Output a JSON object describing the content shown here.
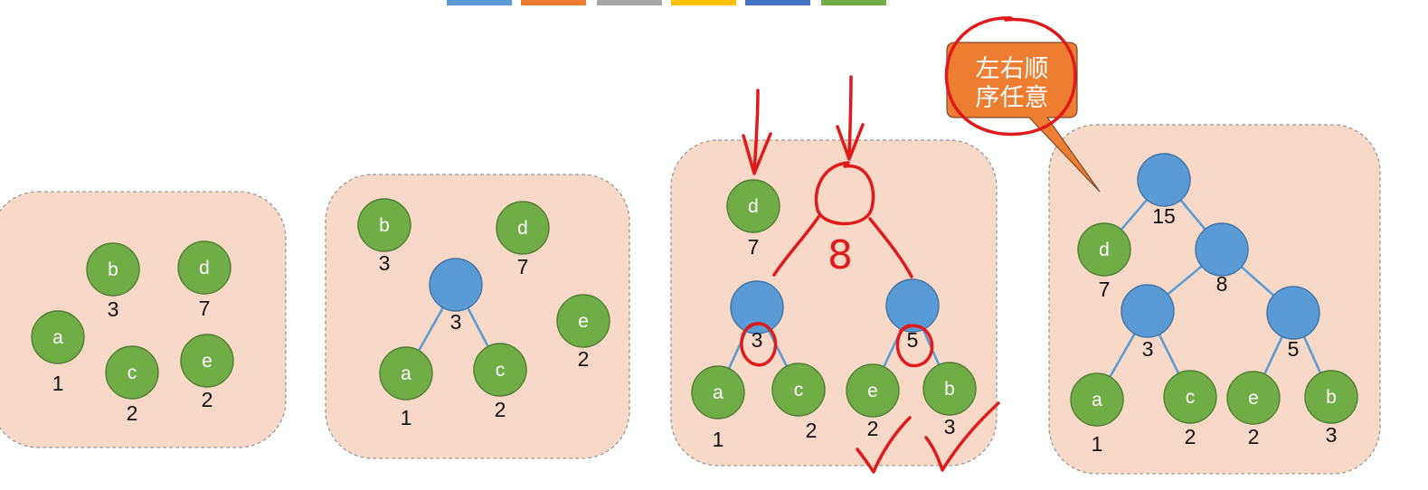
{
  "colors": {
    "panel_fill": "#f8d9c8",
    "panel_border": "#9a9a9a",
    "leaf_fill": "#70ad47",
    "internal_fill": "#5b9bd5",
    "edge": "#5b9bd5",
    "annotation_ink": "#e01a1a",
    "callout_fill": "#ed7d31",
    "palette_strip": [
      "#5b9bd5",
      "#ed7d31",
      "#a5a5a5",
      "#ffc000",
      "#4472c4",
      "#70ad47"
    ]
  },
  "callout": {
    "lines": [
      "左右顺",
      "序任意"
    ]
  },
  "panels": [
    {
      "id": "step1",
      "nodes": [
        {
          "id": "a",
          "label": "a",
          "weight": "1",
          "kind": "leaf"
        },
        {
          "id": "b",
          "label": "b",
          "weight": "3",
          "kind": "leaf"
        },
        {
          "id": "c",
          "label": "c",
          "weight": "2",
          "kind": "leaf"
        },
        {
          "id": "d",
          "label": "d",
          "weight": "7",
          "kind": "leaf"
        },
        {
          "id": "e",
          "label": "e",
          "weight": "2",
          "kind": "leaf"
        }
      ],
      "edges": []
    },
    {
      "id": "step2",
      "nodes": [
        {
          "id": "b",
          "label": "b",
          "weight": "3",
          "kind": "leaf"
        },
        {
          "id": "d",
          "label": "d",
          "weight": "7",
          "kind": "leaf"
        },
        {
          "id": "e",
          "label": "e",
          "weight": "2",
          "kind": "leaf"
        },
        {
          "id": "n3",
          "label": "",
          "weight": "3",
          "kind": "internal"
        },
        {
          "id": "a",
          "label": "a",
          "weight": "1",
          "kind": "leaf"
        },
        {
          "id": "c",
          "label": "c",
          "weight": "2",
          "kind": "leaf"
        }
      ],
      "edges": [
        [
          "n3",
          "a"
        ],
        [
          "n3",
          "c"
        ]
      ]
    },
    {
      "id": "step3",
      "nodes": [
        {
          "id": "d",
          "label": "d",
          "weight": "7",
          "kind": "leaf"
        },
        {
          "id": "n3",
          "label": "",
          "weight": "3",
          "kind": "internal"
        },
        {
          "id": "n5",
          "label": "",
          "weight": "5",
          "kind": "internal"
        },
        {
          "id": "a",
          "label": "a",
          "weight": "1",
          "kind": "leaf"
        },
        {
          "id": "c",
          "label": "c",
          "weight": "2",
          "kind": "leaf"
        },
        {
          "id": "e",
          "label": "e",
          "weight": "2",
          "kind": "leaf"
        },
        {
          "id": "b",
          "label": "b",
          "weight": "3",
          "kind": "leaf"
        }
      ],
      "edges": [
        [
          "n3",
          "a"
        ],
        [
          "n3",
          "c"
        ],
        [
          "n5",
          "e"
        ],
        [
          "n5",
          "b"
        ]
      ],
      "handwritten": {
        "sum": "8"
      }
    },
    {
      "id": "step4",
      "nodes": [
        {
          "id": "n15",
          "label": "",
          "weight": "15",
          "kind": "internal"
        },
        {
          "id": "d",
          "label": "d",
          "weight": "7",
          "kind": "leaf"
        },
        {
          "id": "n8",
          "label": "",
          "weight": "8",
          "kind": "internal"
        },
        {
          "id": "n3",
          "label": "",
          "weight": "3",
          "kind": "internal"
        },
        {
          "id": "n5",
          "label": "",
          "weight": "5",
          "kind": "internal"
        },
        {
          "id": "a",
          "label": "a",
          "weight": "1",
          "kind": "leaf"
        },
        {
          "id": "c",
          "label": "c",
          "weight": "2",
          "kind": "leaf"
        },
        {
          "id": "e",
          "label": "e",
          "weight": "2",
          "kind": "leaf"
        },
        {
          "id": "b",
          "label": "b",
          "weight": "3",
          "kind": "leaf"
        }
      ],
      "edges": [
        [
          "n15",
          "d"
        ],
        [
          "n15",
          "n8"
        ],
        [
          "n8",
          "n3"
        ],
        [
          "n8",
          "n5"
        ],
        [
          "n3",
          "a"
        ],
        [
          "n3",
          "c"
        ],
        [
          "n5",
          "e"
        ],
        [
          "n5",
          "b"
        ]
      ]
    }
  ]
}
